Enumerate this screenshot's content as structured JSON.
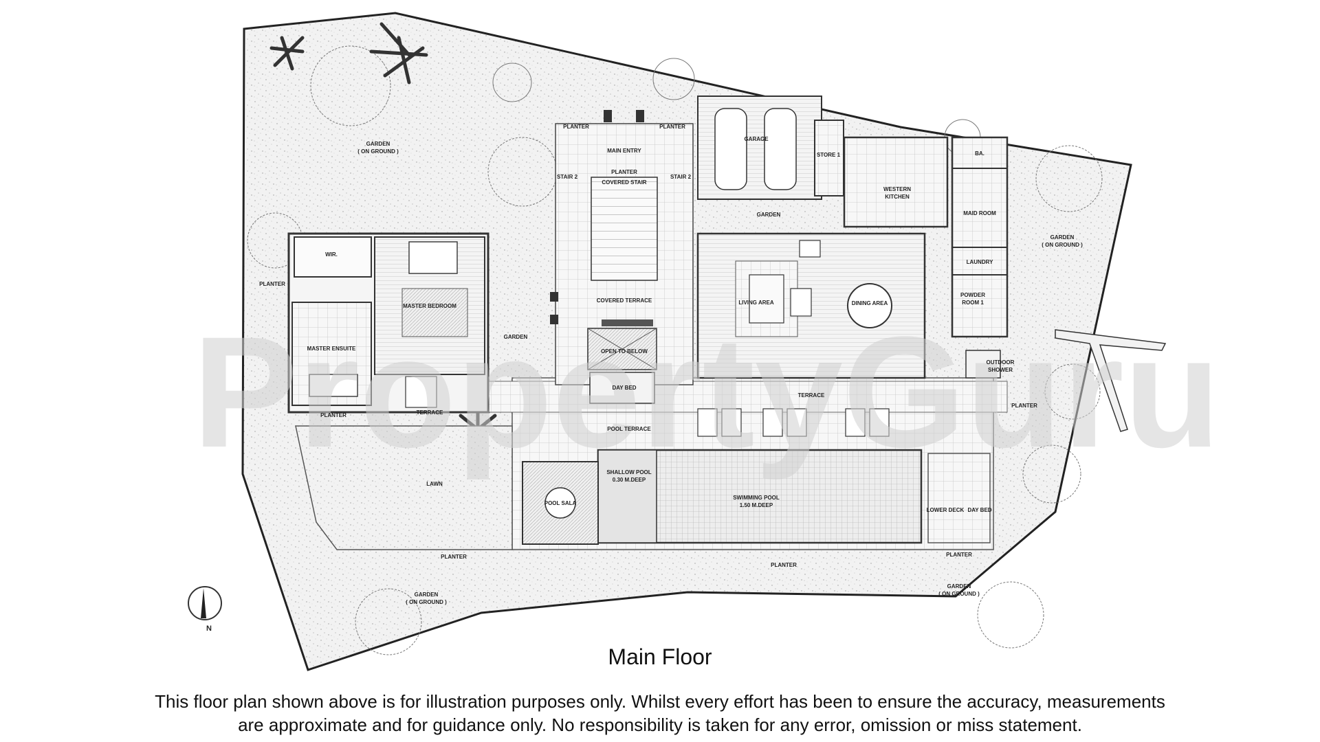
{
  "watermark": "PropertyGuru",
  "north_label": "N",
  "labels": {
    "garden_top": [
      "GARDEN",
      "( ON GROUND )"
    ],
    "garden_right": [
      "GARDEN",
      "( ON GROUND )"
    ],
    "garden_bottom_left": [
      "GARDEN",
      "( ON GROUND )"
    ],
    "garden_bottom_right": [
      "GARDEN",
      "( ON GROUND )"
    ],
    "planter_entry_left": "PLANTER",
    "planter_entry_right": "PLANTER",
    "main_entry": "MAIN ENTRY",
    "planter_stair": "PLANTER",
    "covered_stair": "COVERED STAIR",
    "stair_left": "STAIR 2",
    "stair_right": "STAIR 2",
    "garage": "GARAGE",
    "store": "STORE 1",
    "western_kitchen": [
      "WESTERN",
      "KITCHEN"
    ],
    "ba": "BA.",
    "maid_room": "MAID ROOM",
    "laundry": "LAUNDRY",
    "powder_room": [
      "POWDER",
      "ROOM 1"
    ],
    "outdoor_shower": [
      "OUTDOOR",
      "SHOWER"
    ],
    "garden_kitchen": "GARDEN",
    "wir": "WIR.",
    "planter_west": "PLANTER",
    "master_bedroom": "MASTER BEDROOM",
    "master_ensuite": "MASTER ENSUITE",
    "planter_ensuite": "PLANTER",
    "terrace_master": "TERRACE",
    "garden_mid": "GARDEN",
    "covered_terrace": "COVERED TERRACE",
    "open_to_below": "OPEN TO BELOW",
    "day_bed": "DAY BED",
    "living_area": "LIVING AREA",
    "dining_area": "DINING AREA",
    "terrace_main": "TERRACE",
    "planter_east": "PLANTER",
    "pool_terrace": "POOL TERRACE",
    "lawn": "LAWN",
    "pool_sala": "POOL SALA",
    "shallow_pool": [
      "SHALLOW POOL",
      "0.30 M.DEEP"
    ],
    "swimming_pool": [
      "SWIMMING POOL",
      "1.50 M.DEEP"
    ],
    "lower_deck": "LOWER DECK",
    "day_bed_deck": "DAY BED",
    "planter_pool_left": "PLANTER",
    "planter_pool_mid": "PLANTER",
    "planter_pool_right": "PLANTER"
  },
  "caption": {
    "title": "Main Floor",
    "disclaimer_line1": "This floor plan shown above is for illustration purposes only. Whilst every effort has been to ensure the accuracy, measurements",
    "disclaimer_line2": "are approximate and for guidance only. No responsibility is taken for any error, omission or miss statement."
  }
}
